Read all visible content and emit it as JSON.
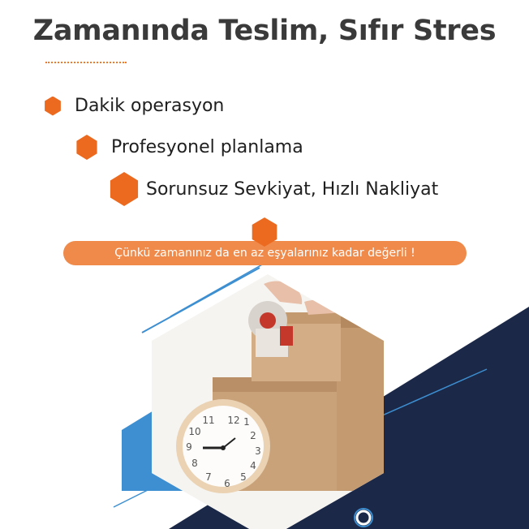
{
  "headline": "Zamanında Teslim, Sıfır Stres",
  "bullets": [
    {
      "label": "Dakik operasyon"
    },
    {
      "label": "Profesyonel planlama"
    },
    {
      "label": "Sorunsuz Sevkiyat, Hızlı Nakliyat"
    }
  ],
  "banner": {
    "text": "Çünkü zamanınız da en az eşyalarınız kadar değerli !"
  },
  "clock": {
    "numbers": [
      "12",
      "2",
      "10",
      "11",
      "1",
      "3",
      "9",
      "7",
      "5",
      "4",
      "6",
      "8"
    ]
  },
  "colors": {
    "accent": "#ec6a1f",
    "banner": "#f08a4b",
    "navy": "#1b2848",
    "blue": "#3d8fd1",
    "title": "#3a3a3a"
  },
  "icons": {
    "bullet": "hexagon-icon",
    "ring": "ring-icon"
  }
}
